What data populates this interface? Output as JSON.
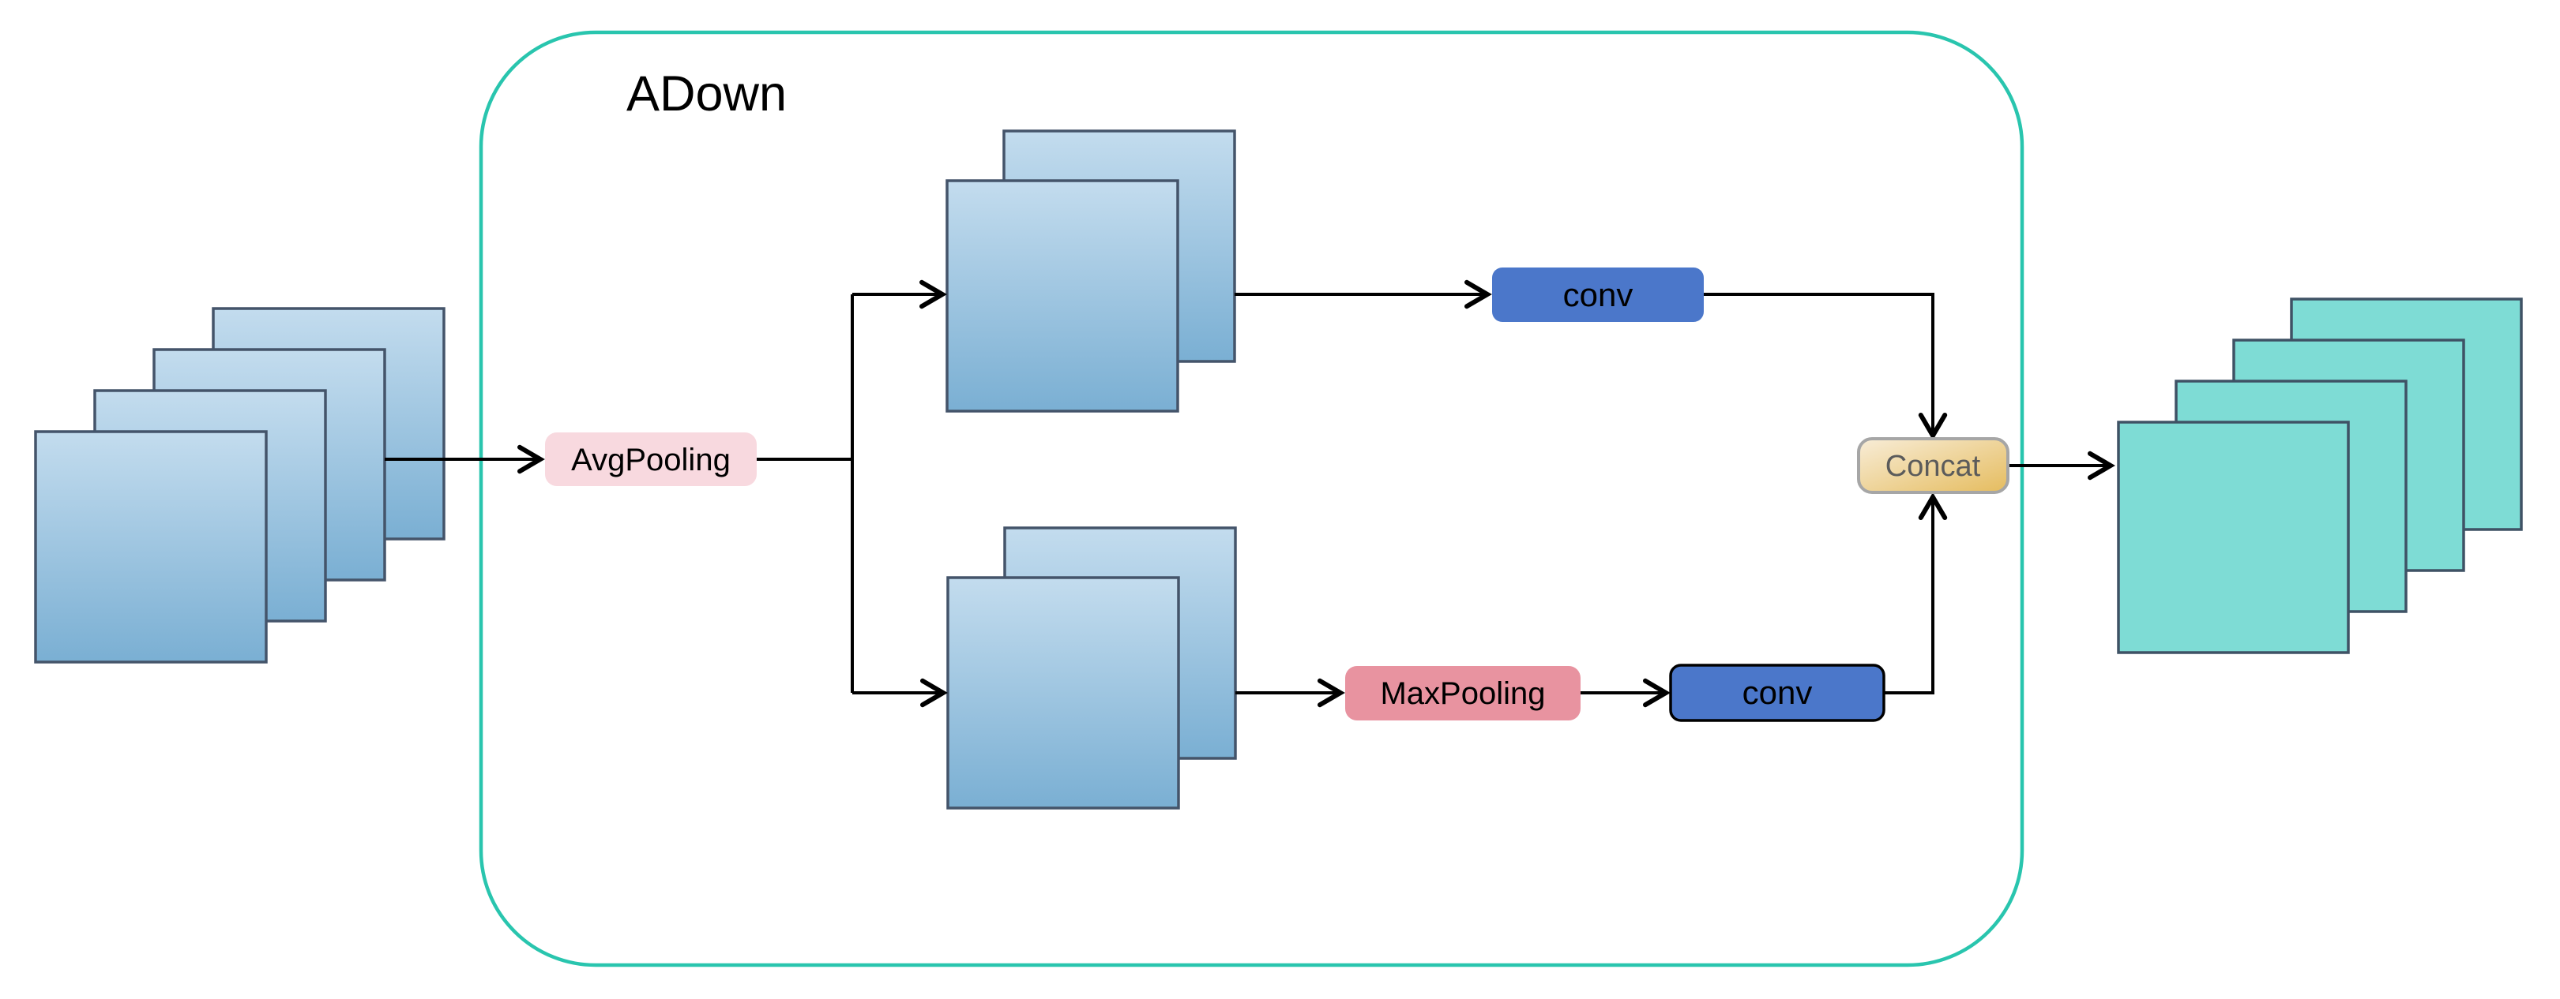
{
  "diagram": {
    "title": "ADown",
    "nodes": {
      "avg_pooling": {
        "label": "AvgPooling"
      },
      "max_pooling": {
        "label": "MaxPooling"
      },
      "conv_top": {
        "label": "conv"
      },
      "conv_bottom": {
        "label": "conv"
      },
      "concat": {
        "label": "Concat"
      }
    },
    "stacks": {
      "input": {
        "description": "input feature maps",
        "count": 4
      },
      "top_branch": {
        "description": "avg-pooled split feature maps (top branch)",
        "count": 2
      },
      "bottom_branch": {
        "description": "avg-pooled split feature maps (bottom branch)",
        "count": 2
      },
      "output": {
        "description": "output feature maps after concat",
        "count": 4
      }
    },
    "edges": [
      {
        "from": "input-feature-stack",
        "to": "avg_pooling"
      },
      {
        "from": "avg_pooling",
        "to": "split-branch"
      },
      {
        "from": "split-branch",
        "to": "top-branch-stack"
      },
      {
        "from": "top-branch-stack",
        "to": "conv_top"
      },
      {
        "from": "conv_top",
        "to": "concat"
      },
      {
        "from": "split-branch",
        "to": "bottom-branch-stack"
      },
      {
        "from": "bottom-branch-stack",
        "to": "max_pooling"
      },
      {
        "from": "max_pooling",
        "to": "conv_bottom"
      },
      {
        "from": "conv_bottom",
        "to": "concat"
      },
      {
        "from": "concat",
        "to": "output-feature-stack"
      }
    ],
    "colors": {
      "bg": "#FFFFFF",
      "container": "#29C5AE",
      "sq-blue-light": "#C3DCEE",
      "sq-blue-dark": "#7AAFD3",
      "sq-border": "#44546A",
      "teal-fill": "#7EDCD5",
      "teal-border": "#3F5265",
      "avg-fill": "#F8D9DF",
      "max-fill": "#E893A0",
      "conv-fill": "#4B77CA",
      "concat-light": "#F8EDD8",
      "concat-gold": "#E5BC5E",
      "concat-border": "#A6A6A6",
      "concat-text": "#5B5B5B",
      "arrow": "#000000",
      "text": "#000000"
    }
  }
}
